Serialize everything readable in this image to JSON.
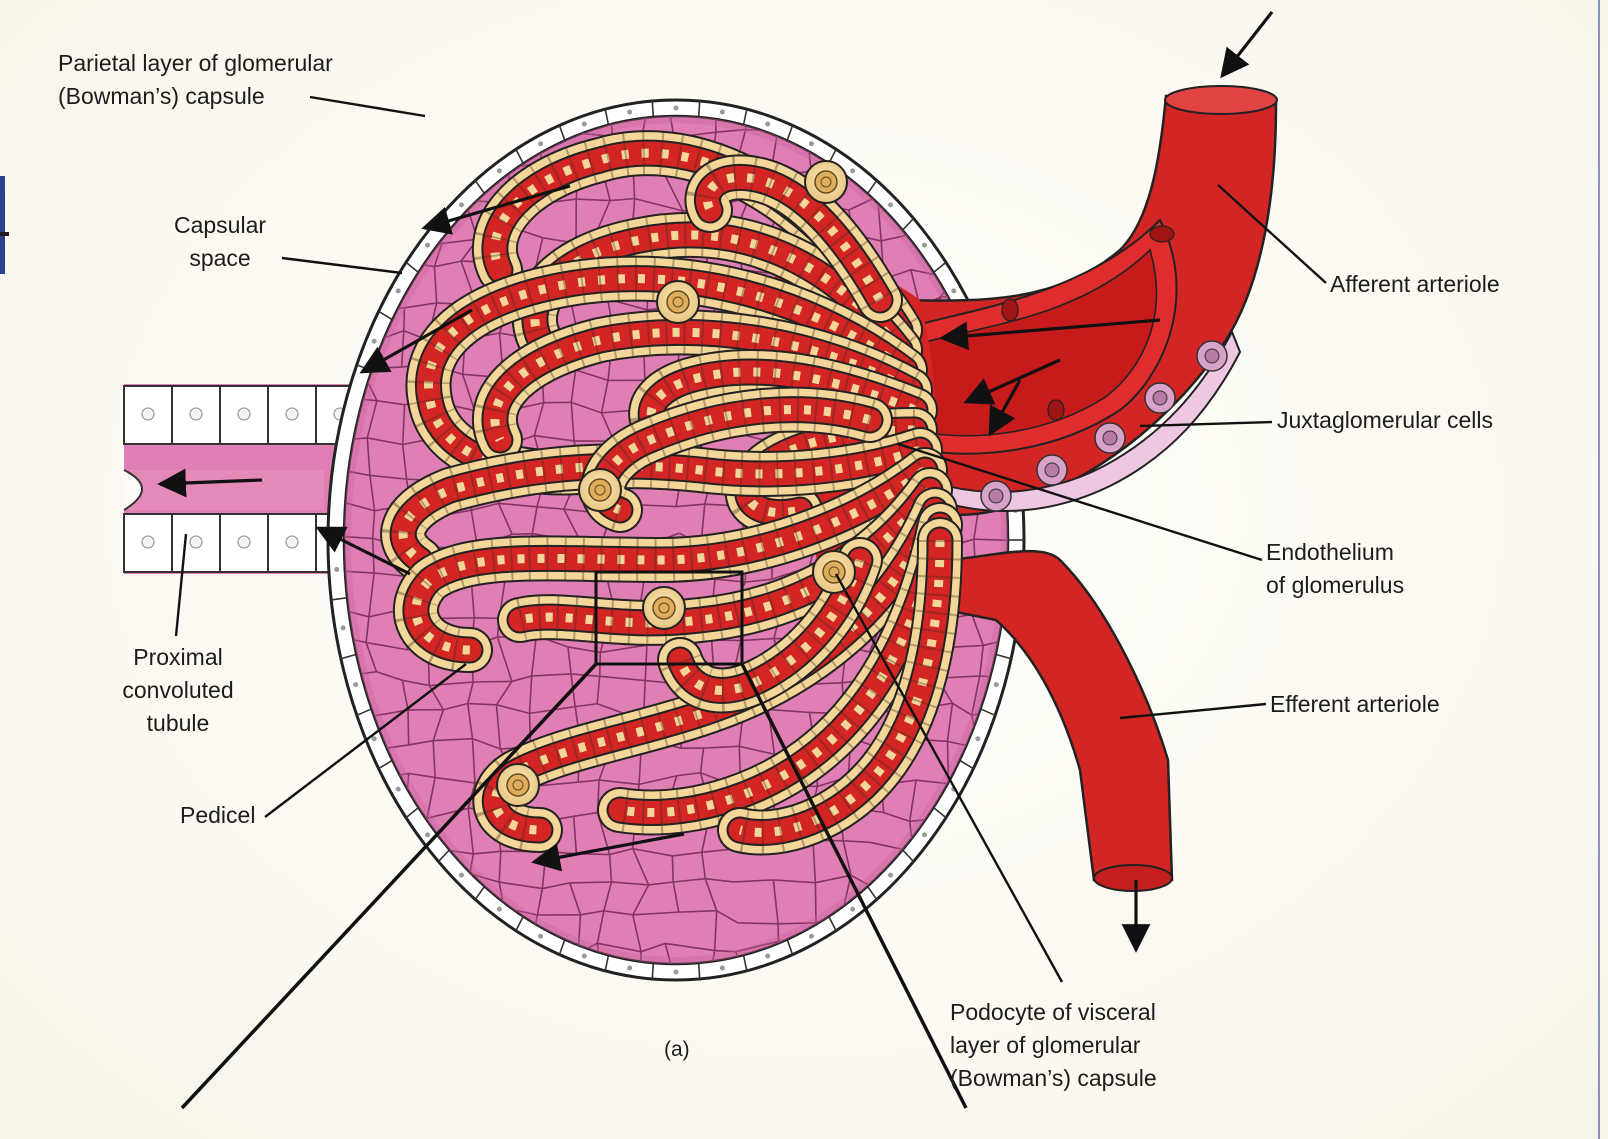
{
  "labels": {
    "parietal": [
      "Parietal layer of glomerular",
      "(Bowman’s) capsule"
    ],
    "capsular_space": [
      "Capsular",
      "space"
    ],
    "afferent": "Afferent arteriole",
    "juxtaglomerular": "Juxtaglomerular cells",
    "endothelium": [
      "Endothelium",
      "of glomerulus"
    ],
    "efferent": "Efferent arteriole",
    "proximal": [
      "Proximal",
      "convoluted",
      "tubule"
    ],
    "pedicel": "Pedicel",
    "podocyte": [
      "Podocyte of visceral",
      "layer of glomerular",
      "(Bowman’s) capsule"
    ],
    "figure_id": "(a)"
  },
  "colors": {
    "capsule_pink": "#e07fb4",
    "cell_lines": "#7a2d58",
    "vessel_red": "#d42525",
    "podocyte_tan": "#f4d699",
    "jg_cells": "#eec7e2",
    "slide_accent": "#2b3f8f"
  }
}
